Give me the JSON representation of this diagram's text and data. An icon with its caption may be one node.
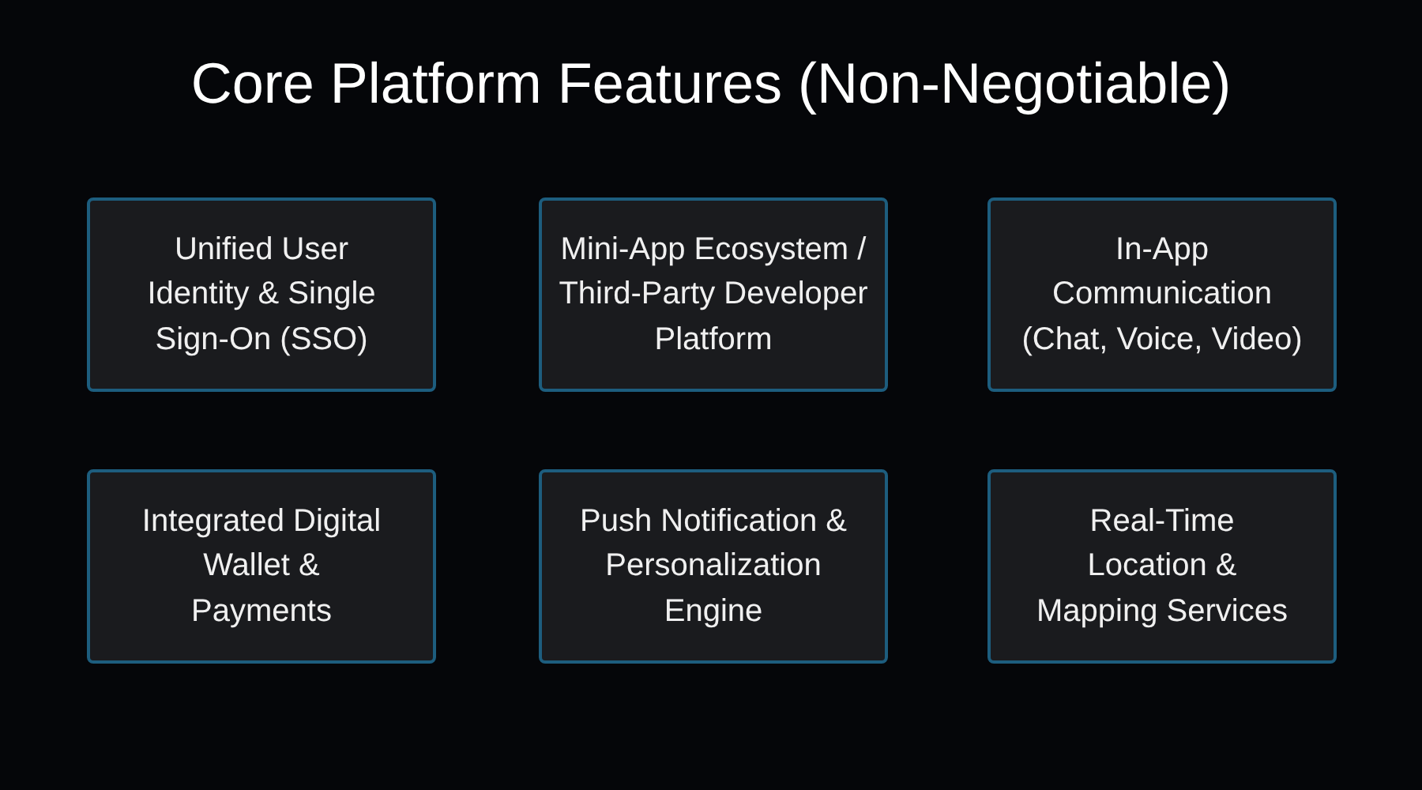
{
  "diagram": {
    "title": "Core Platform Features (Non-Negotiable)",
    "nodes": [
      {
        "text": [
          "Unified User Identity & Single Sign-On (SSO)"
        ]
      },
      {
        "text": [
          "Mini-App Ecosystem / Third-Party Developer Platform"
        ]
      },
      {
        "text": [
          "In-App Communication (Chat, Voice, Video)"
        ]
      },
      {
        "text": [
          "Integrated Digital Wallet & Payments"
        ]
      },
      {
        "text": [
          "Push Notification & Personalization Engine"
        ]
      },
      {
        "text": [
          "Real-Time Location & Mapping Services"
        ]
      }
    ]
  }
}
